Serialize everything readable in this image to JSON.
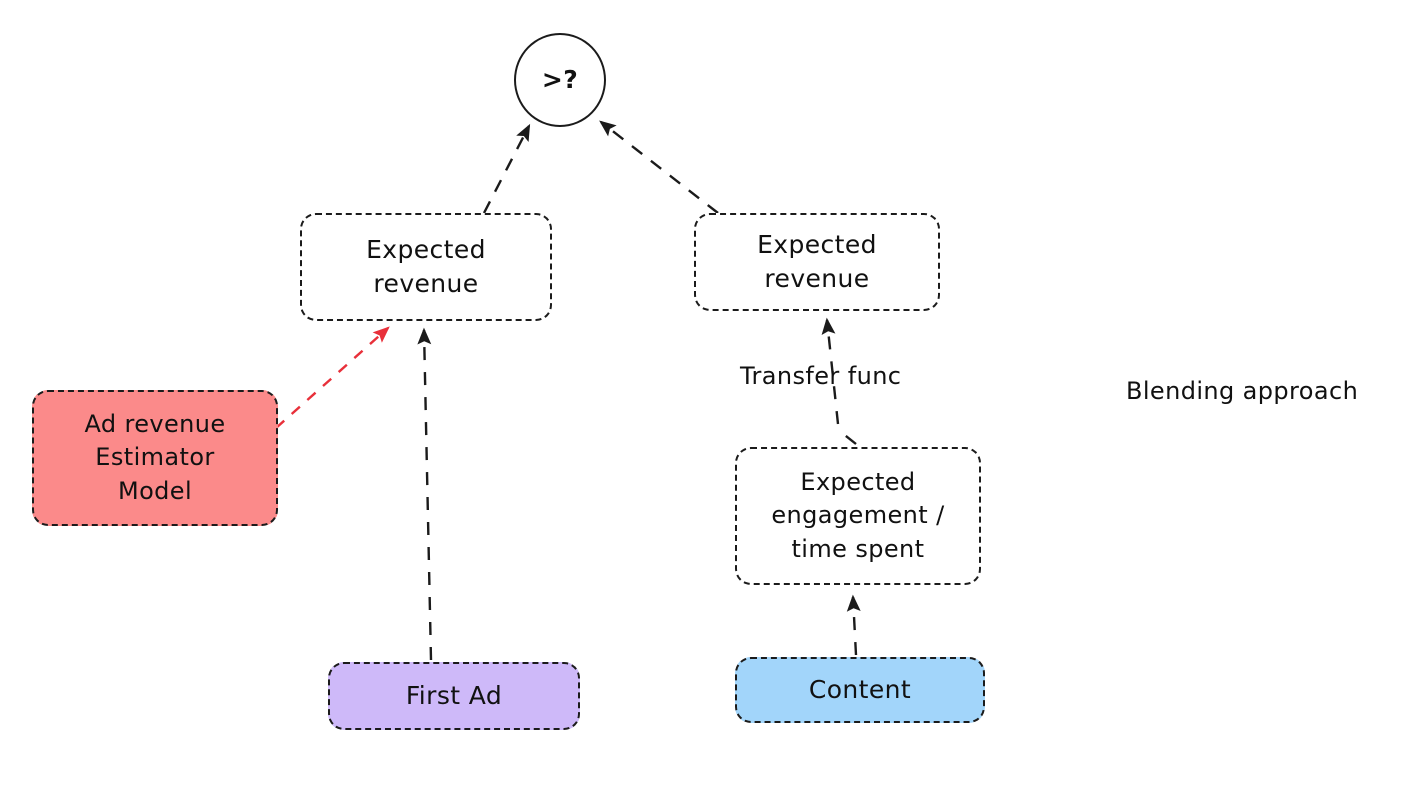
{
  "diagram": {
    "title_label": "Blending approach",
    "background": "#ffffff",
    "ink_color": "#1b1b1b",
    "accent_red": "#e8303a",
    "nodes": [
      {
        "id": "compare",
        "text": ">?",
        "shape": "circle",
        "fill": "#ffffff",
        "border": "solid"
      },
      {
        "id": "expected-revenue-left",
        "text": "Expected\nrevenue",
        "shape": "rounded-rect",
        "fill": "#ffffff",
        "border": "dashed"
      },
      {
        "id": "expected-revenue-right",
        "text": "Expected\nrevenue",
        "shape": "rounded-rect",
        "fill": "#ffffff",
        "border": "dashed"
      },
      {
        "id": "ad-revenue-estimator-model",
        "text": "Ad revenue\nEstimator\nModel",
        "shape": "rounded-rect",
        "fill": "#FB8A8A",
        "border": "dashed"
      },
      {
        "id": "expected-engagement",
        "text": "Expected\nengagement /\ntime spent",
        "shape": "rounded-rect",
        "fill": "#ffffff",
        "border": "dashed"
      },
      {
        "id": "first-ad",
        "text": "First Ad",
        "shape": "rounded-rect",
        "fill": "#CEB9F9",
        "border": "dashed"
      },
      {
        "id": "content",
        "text": "Content",
        "shape": "rounded-rect",
        "fill": "#A2D5FA",
        "border": "dashed"
      }
    ],
    "edges": [
      {
        "id": "left-rev-to-compare",
        "from": "expected-revenue-left",
        "to": "compare",
        "style": "dashed",
        "color": "#1b1b1b",
        "label": ""
      },
      {
        "id": "right-rev-to-compare",
        "from": "expected-revenue-right",
        "to": "compare",
        "style": "dashed",
        "color": "#1b1b1b",
        "label": ""
      },
      {
        "id": "model-to-left-rev",
        "from": "ad-revenue-estimator-model",
        "to": "expected-revenue-left",
        "style": "dashed",
        "color": "#e8303a",
        "label": ""
      },
      {
        "id": "first-ad-to-left-rev",
        "from": "first-ad",
        "to": "expected-revenue-left",
        "style": "dashed",
        "color": "#1b1b1b",
        "label": ""
      },
      {
        "id": "engagement-to-right-rev",
        "from": "expected-engagement",
        "to": "expected-revenue-right",
        "style": "dashed",
        "color": "#1b1b1b",
        "label": "Transfer func"
      },
      {
        "id": "content-to-engagement",
        "from": "content",
        "to": "expected-engagement",
        "style": "dashed",
        "color": "#1b1b1b",
        "label": ""
      }
    ],
    "labels": [
      {
        "id": "transfer-func",
        "text": "Transfer func"
      },
      {
        "id": "blending-approach",
        "text": "Blending approach"
      }
    ]
  }
}
